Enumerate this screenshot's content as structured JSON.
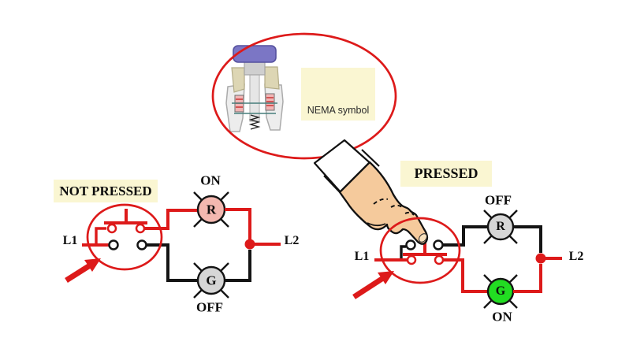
{
  "colors": {
    "wire-red": "#dd1a1a",
    "wire-black": "#141414",
    "label-bg": "#faf6d2",
    "lamp-pink": "#f3b8b0",
    "lamp-gray": "#d6d6d6",
    "lamp-green": "#22dd22",
    "hand-skin": "#f5ca9c",
    "cap-purple": "#7b76c5"
  },
  "overview": {
    "nema_label": "NEMA symbol"
  },
  "left_circuit": {
    "state_label": "NOT PRESSED",
    "l1_label": "L1",
    "l2_label": "L2",
    "red_lamp": {
      "letter": "R",
      "status": "ON"
    },
    "green_lamp": {
      "letter": "G",
      "status": "OFF"
    }
  },
  "right_circuit": {
    "state_label": "PRESSED",
    "l1_label": "L1",
    "l2_label": "L2",
    "red_lamp": {
      "letter": "R",
      "status": "OFF"
    },
    "green_lamp": {
      "letter": "G",
      "status": "ON"
    }
  }
}
